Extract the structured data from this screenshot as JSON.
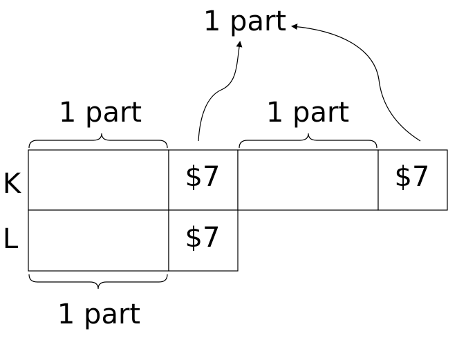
{
  "rows": [
    {
      "label": "K"
    },
    {
      "label": "L"
    }
  ],
  "cells": {
    "k_extra_1": "$7",
    "k_extra_2": "$7",
    "l_extra": "$7"
  },
  "parts": {
    "top_left": "1 part",
    "top_middle": "1 part",
    "bottom": "1 part",
    "combined": "1 part"
  },
  "colors": {
    "stroke": "#000000",
    "background": "#ffffff"
  }
}
